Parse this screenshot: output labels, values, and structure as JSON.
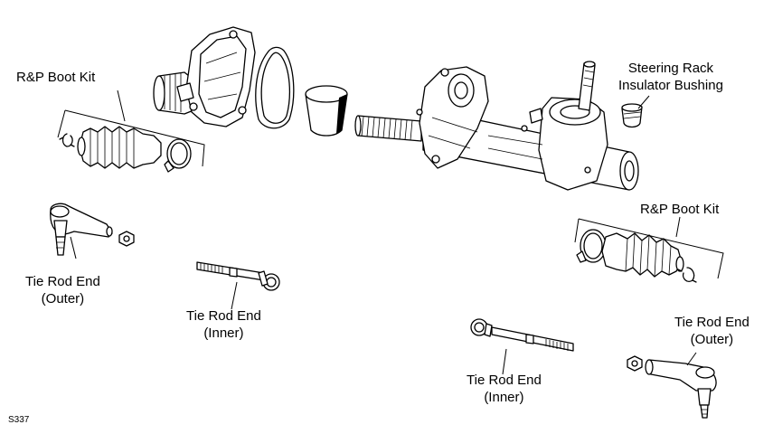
{
  "labels": {
    "boot_kit_left": "R&P Boot Kit",
    "boot_kit_right": "R&P Boot Kit",
    "insulator_bushing": [
      "Steering Rack",
      "Insulator Bushing"
    ],
    "tie_rod_outer_left": [
      "Tie Rod End",
      "(Outer)"
    ],
    "tie_rod_inner_left": [
      "Tie Rod End",
      "(Inner)"
    ],
    "tie_rod_inner_right": [
      "Tie Rod End",
      "(Inner)"
    ],
    "tie_rod_outer_right": [
      "Tie Rod End",
      "(Outer)"
    ]
  },
  "figure_id": "S337"
}
